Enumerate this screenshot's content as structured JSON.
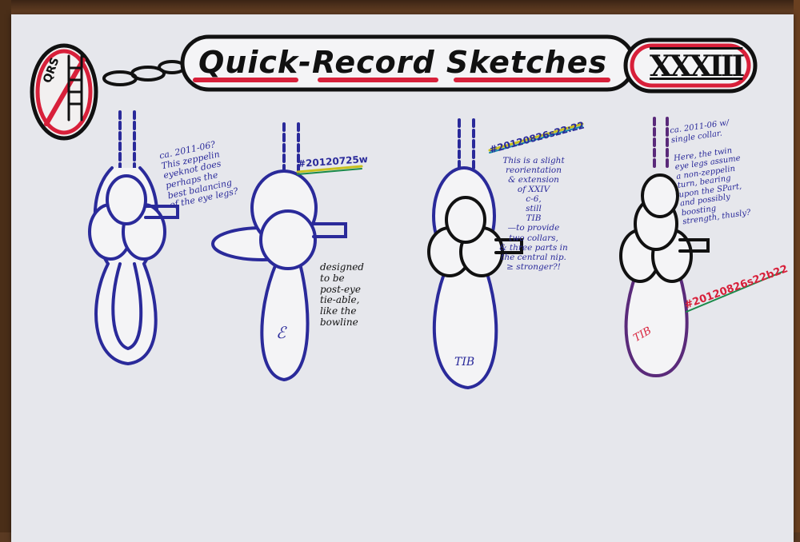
{
  "header": {
    "title": "Quick-Record Sketches",
    "volume": "XXXIII",
    "logo_text": "QRS"
  },
  "colors": {
    "paper": "#e6e7ec",
    "ink_blue": "#2a2a9a",
    "ink_red": "#d8203a",
    "ink_purple": "#5a2a7a",
    "ink_black": "#111111"
  },
  "sketches": [
    {
      "note": "ca. 2011-06?\nThis zeppelin\neyeknot does\nperhaps the\nbest balancing\nof the eye legs?"
    },
    {
      "tag": "#20120725w",
      "note": "designed\nto be\npost-eye\ntie-able,\nlike the\nbowline",
      "label": "ℰ"
    },
    {
      "tag": "#20120826s22:22",
      "note": "This is a slight\nreorientation\n& extension\nof XXIV\nc-6,\nstill\nTIB\n—to provide\ntwo collars,\n& three parts in\nthe central nip.\n≥ stronger?!",
      "label": "TIB"
    },
    {
      "tag": "#20120826s22b22",
      "note": "ca. 2011-06 w/\nsingle collar.\n\nHere, the twin\neye legs assume\na non-zeppelin\nturn, bearing\nupon the SPart,\nand possibly\nboosting\nstrength, thusly?",
      "label": "TIB"
    }
  ]
}
